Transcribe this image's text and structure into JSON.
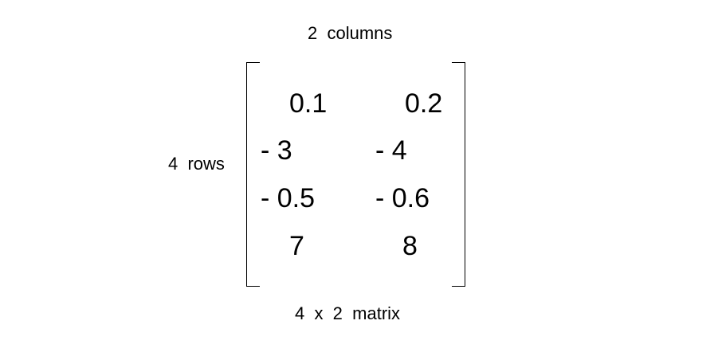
{
  "labels": {
    "columns": "2  columns",
    "rows": "4  rows",
    "matrix": "4  x  2  matrix"
  },
  "matrix": {
    "rows": [
      [
        "0.1",
        "0.2"
      ],
      [
        "- 3",
        "- 4"
      ],
      [
        "- 0.5",
        "- 0.6"
      ],
      [
        "7",
        "8"
      ]
    ]
  }
}
